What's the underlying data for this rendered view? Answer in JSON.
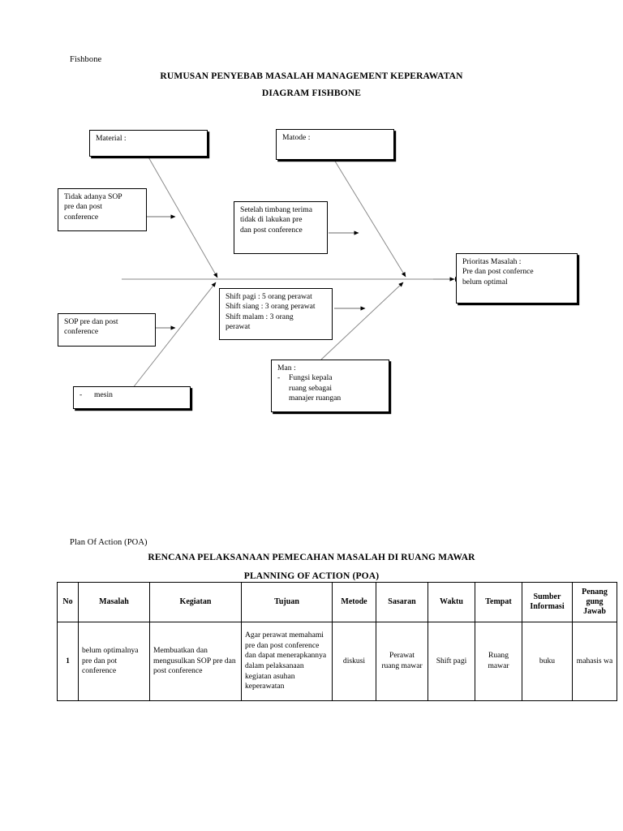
{
  "document": {
    "section1_label": "Fishbone",
    "title_line1": "RUMUSAN PENYEBAB MASALAH MANAGEMENT KEPERAWATAN",
    "title_line2": "DIAGRAM FISHBONE",
    "section2_label": "Plan Of Action (POA)",
    "poa_title_line1": "RENCANA PELAKSANAAN PEMECAHAN MASALAH DI RUANG MAWAR",
    "poa_title_line2": "PLANNING OF ACTION (POA)"
  },
  "fishbone": {
    "categories": [
      {
        "id": "material",
        "label": "Material :"
      },
      {
        "id": "matode",
        "label": "Matode :"
      },
      {
        "id": "man",
        "label": "Man :",
        "bullet": "-",
        "item_lines": [
          "Fungsi kepala",
          "ruang sebagai",
          "manajer ruangan"
        ]
      }
    ],
    "causes": [
      {
        "id": "tidak-adanya-sop",
        "lines": [
          "Tidak adanya SOP",
          "pre dan post",
          "conference"
        ]
      },
      {
        "id": "setelah-timbang-terima",
        "lines": [
          "Setelah timbang terima",
          "tidak di lakukan pre",
          "dan post conference"
        ]
      },
      {
        "id": "sop-pre-dan-post",
        "lines": [
          "SOP pre dan post",
          "conference"
        ]
      },
      {
        "id": "shift",
        "lines": [
          "Shift pagi : 5 orang perawat",
          "Shift siang : 3 orang perawat",
          "Shift malam : 3 orang",
          "perawat"
        ]
      },
      {
        "id": "mesin",
        "bullet": "-",
        "lines": [
          "mesin"
        ]
      }
    ],
    "effect": {
      "id": "prioritas-masalah",
      "lines": [
        "Prioritas Masalah :",
        "Pre dan post confernce",
        "belum optimal"
      ]
    }
  },
  "poa_table": {
    "headers": [
      "No",
      "Masalah",
      "Kegiatan",
      "Tujuan",
      "Metode",
      "Sasaran",
      "Waktu",
      "Tempat",
      "Sumber Informasi",
      "Penang gung Jawab"
    ],
    "rows": [
      {
        "no": "1",
        "masalah": "belum optimalnya pre dan pot conference",
        "kegiatan": "Membuatkan dan mengusulkan SOP pre dan post conference",
        "tujuan": "Agar perawat memahami pre dan post conference dan dapat menerapkannya dalam pelaksanaan kegiatan asuhan keperawatan",
        "metode": "diskusi",
        "sasaran": "Perawat ruang mawar",
        "waktu": "Shift pagi",
        "tempat": "Ruang mawar",
        "sumber_informasi": "buku",
        "penanggung_jawab": "mahasis wa"
      }
    ]
  },
  "colors": {
    "ink": "#000000",
    "paper": "#ffffff",
    "bone_line": "#6b6b6b"
  }
}
